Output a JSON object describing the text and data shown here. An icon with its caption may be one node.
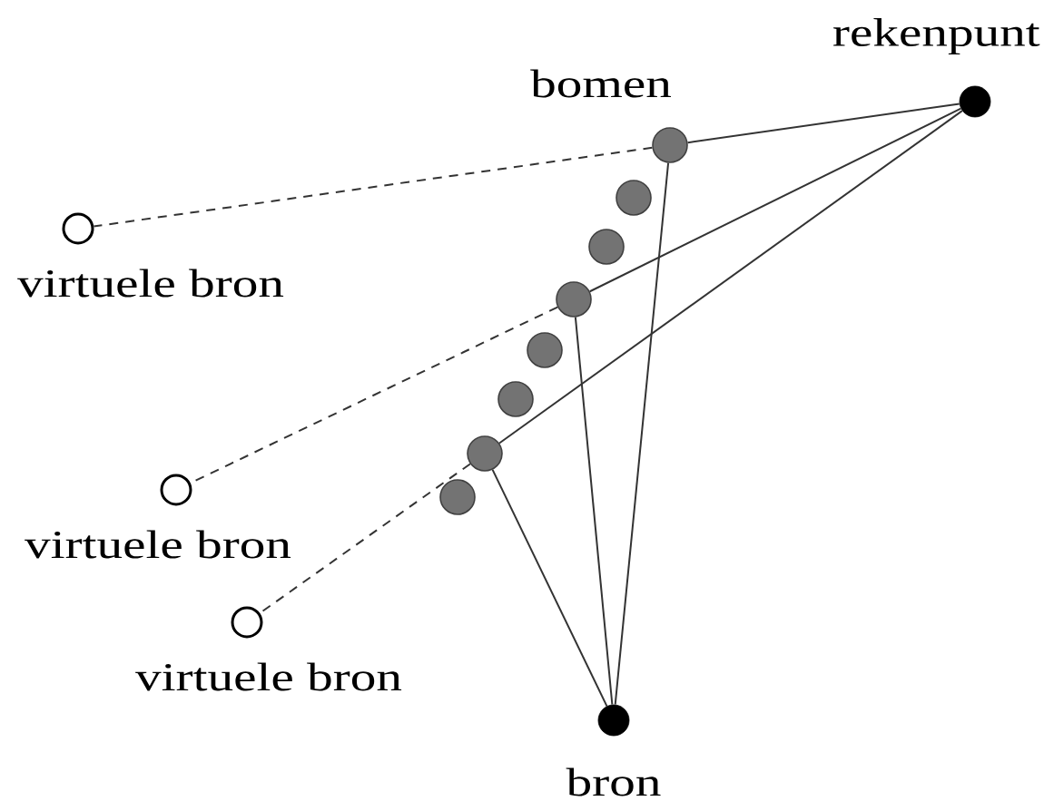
{
  "diagram": {
    "nodes": [
      {
        "text": [
          "rekenpunt"
        ]
      },
      {
        "text": [
          "bron"
        ]
      },
      {
        "text": [
          "bomen"
        ]
      },
      {
        "text": [],
        "shape": "circle"
      },
      {
        "text": [],
        "shape": "circle"
      },
      {
        "text": [],
        "shape": "circle"
      },
      {
        "text": [],
        "shape": "circle"
      },
      {
        "text": [],
        "shape": "circle"
      },
      {
        "text": [],
        "shape": "circle"
      },
      {
        "text": [],
        "shape": "circle"
      },
      {
        "text": [
          "virtuele bron"
        ]
      },
      {
        "text": [
          "virtuele bron"
        ]
      },
      {
        "text": [
          "virtuele bron"
        ]
      }
    ],
    "edges": [
      {
        "from": 0,
        "to": 2,
        "arrow": "none"
      },
      {
        "from": 0,
        "to": 5,
        "arrow": "none"
      },
      {
        "from": 0,
        "to": 8,
        "arrow": "none"
      },
      {
        "from": 1,
        "to": 2,
        "arrow": "none"
      },
      {
        "from": 1,
        "to": 5,
        "arrow": "none"
      },
      {
        "from": 1,
        "to": 8,
        "arrow": "none"
      },
      {
        "from": 2,
        "to": 10,
        "arrow": "none",
        "style": "dashed"
      },
      {
        "from": 5,
        "to": 11,
        "arrow": "none",
        "style": "dashed"
      },
      {
        "from": 8,
        "to": 12,
        "arrow": "none",
        "style": "dashed"
      }
    ]
  }
}
